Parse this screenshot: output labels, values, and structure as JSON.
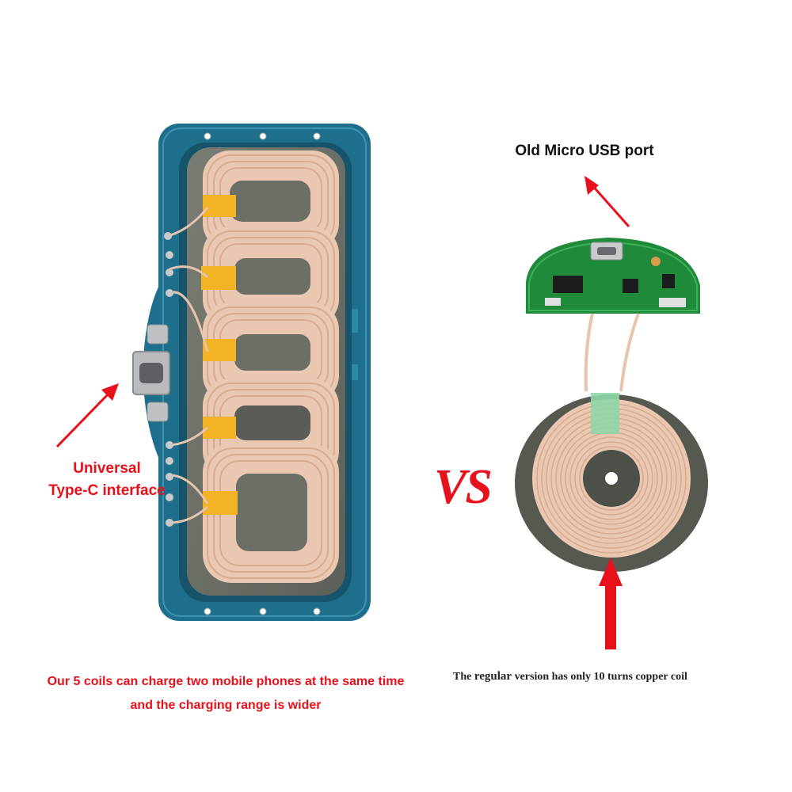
{
  "labels": {
    "universal_line1": "Universal",
    "universal_line2": "Type-C interface",
    "bottom_line1": "Our 5 coils can charge two mobile phones at the same time",
    "bottom_line2": "and the charging range is wider",
    "old_usb": "Old Micro USB port",
    "vs": "VS",
    "regular_prefix": "The ",
    "regular_bold": "regular",
    "regular_suffix": " version has only 10 turns copper coil"
  },
  "colors": {
    "red": "#e8101a",
    "pcb_blue": "#1e6f8c",
    "pcb_green": "#1f8a3a",
    "copper": "#eac7b0",
    "ferrite": "#6c6f66",
    "tape": "#f2b324"
  },
  "icons": {
    "left_arrow": "red-arrow-up-right",
    "top_arrow": "red-arrow-up-left",
    "bottom_arrow": "red-arrow-up"
  }
}
